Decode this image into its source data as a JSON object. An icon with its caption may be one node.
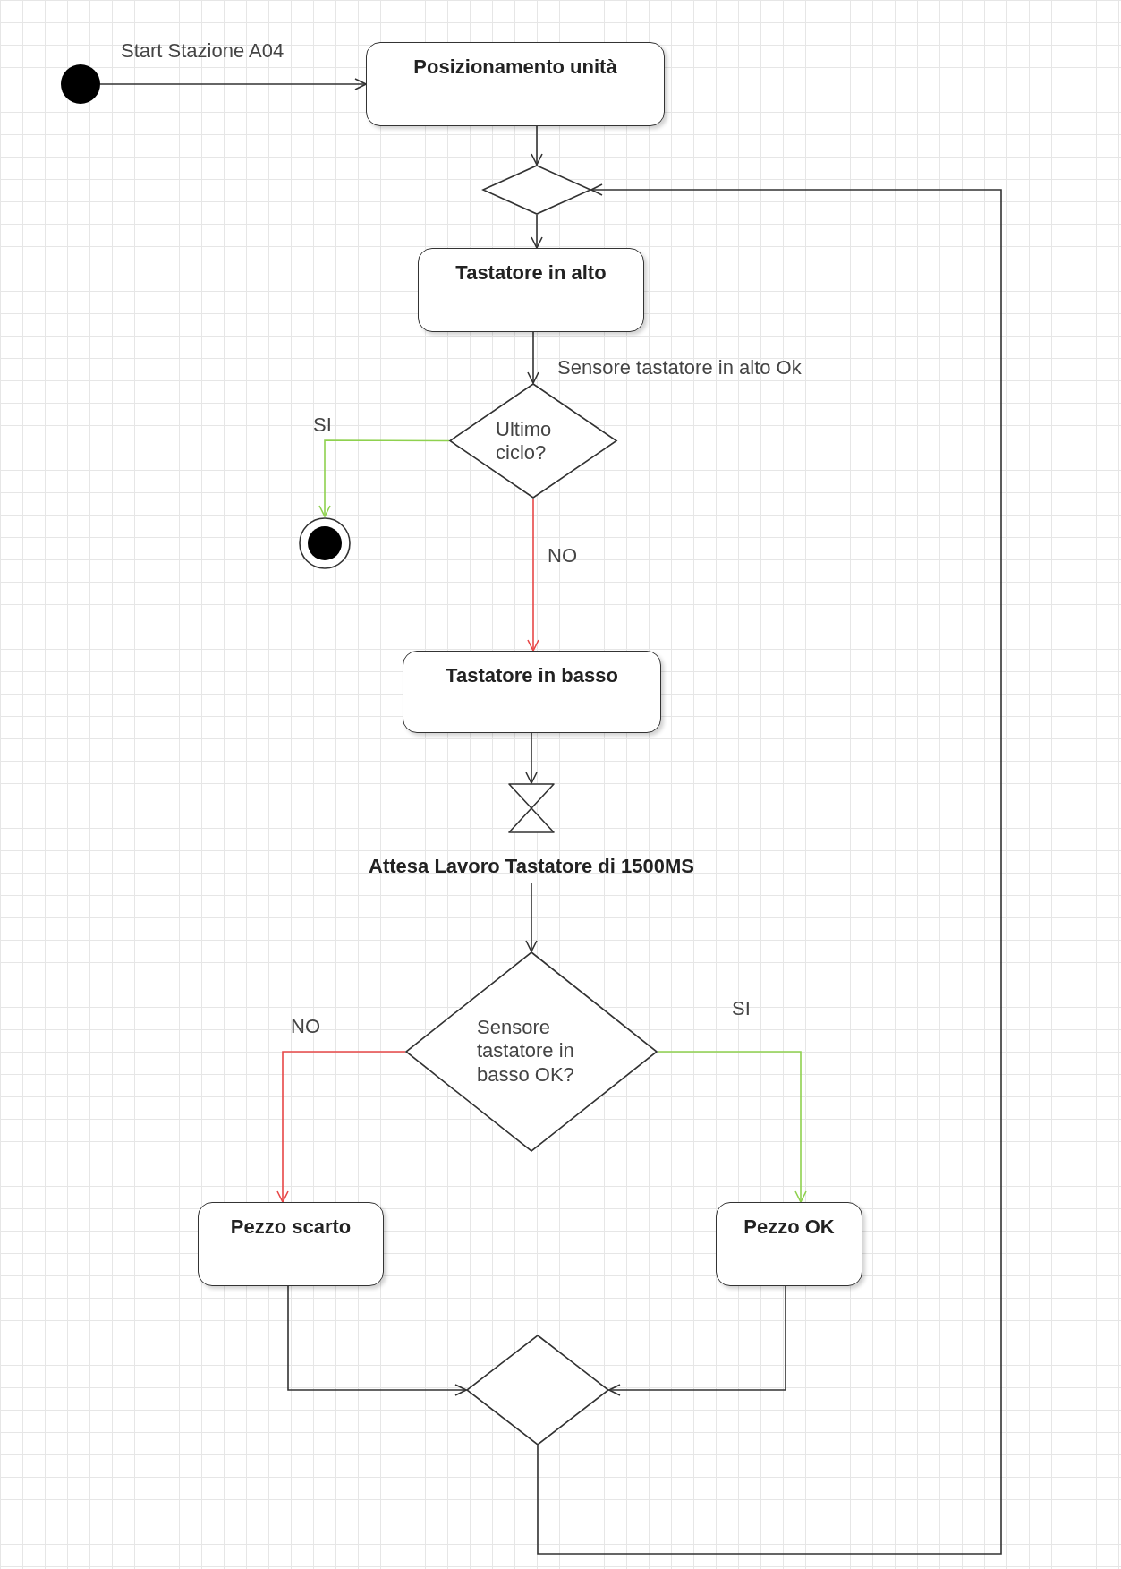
{
  "diagram": {
    "nodes": [
      {
        "text": [],
        "shape": "circle"
      },
      {
        "text": [
          "Posizionamento unità"
        ]
      },
      {
        "text": [],
        "shape": "diamond"
      },
      {
        "text": [
          "Tastatore in alto"
        ]
      },
      {
        "text": [
          "Ultimo ciclo?"
        ]
      },
      {
        "text": [],
        "shape": "circle"
      },
      {
        "text": [
          "Tastatore in basso"
        ]
      },
      {
        "text": [],
        "shape": "hourglass",
        "beside": [
          "Attesa Lavoro Tastatore di 1500MS"
        ]
      },
      {
        "text": [
          "Sensore tastatore in basso OK?"
        ]
      },
      {
        "text": [
          "Pezzo scarto"
        ]
      },
      {
        "text": [
          "Pezzo OK"
        ]
      },
      {
        "text": [],
        "shape": "diamond"
      }
    ],
    "edges": [
      {
        "from": 0,
        "to": 1,
        "arrow": "to",
        "label": "Start Stazione A04"
      },
      {
        "from": 1,
        "to": 2,
        "arrow": "to"
      },
      {
        "from": 2,
        "to": 3,
        "arrow": "to"
      },
      {
        "from": 3,
        "to": 4,
        "arrow": "to",
        "label": "Sensore tastatore in alto Ok"
      },
      {
        "from": 4,
        "to": 5,
        "arrow": "to",
        "label": "SI",
        "color": "#8fd14f"
      },
      {
        "from": 4,
        "to": 6,
        "arrow": "to",
        "label": "NO",
        "color": "#e84848"
      },
      {
        "from": 6,
        "to": 7,
        "arrow": "to"
      },
      {
        "from": 7,
        "to": 8,
        "arrow": "to"
      },
      {
        "from": 8,
        "to": 9,
        "arrow": "to",
        "label": "NO",
        "color": "#e84848"
      },
      {
        "from": 8,
        "to": 10,
        "arrow": "to",
        "label": "SI",
        "color": "#8fd14f"
      },
      {
        "from": 9,
        "to": 11,
        "arrow": "to"
      },
      {
        "from": 10,
        "to": 11,
        "arrow": "to"
      },
      {
        "from": 11,
        "to": 2,
        "arrow": "to"
      }
    ]
  }
}
